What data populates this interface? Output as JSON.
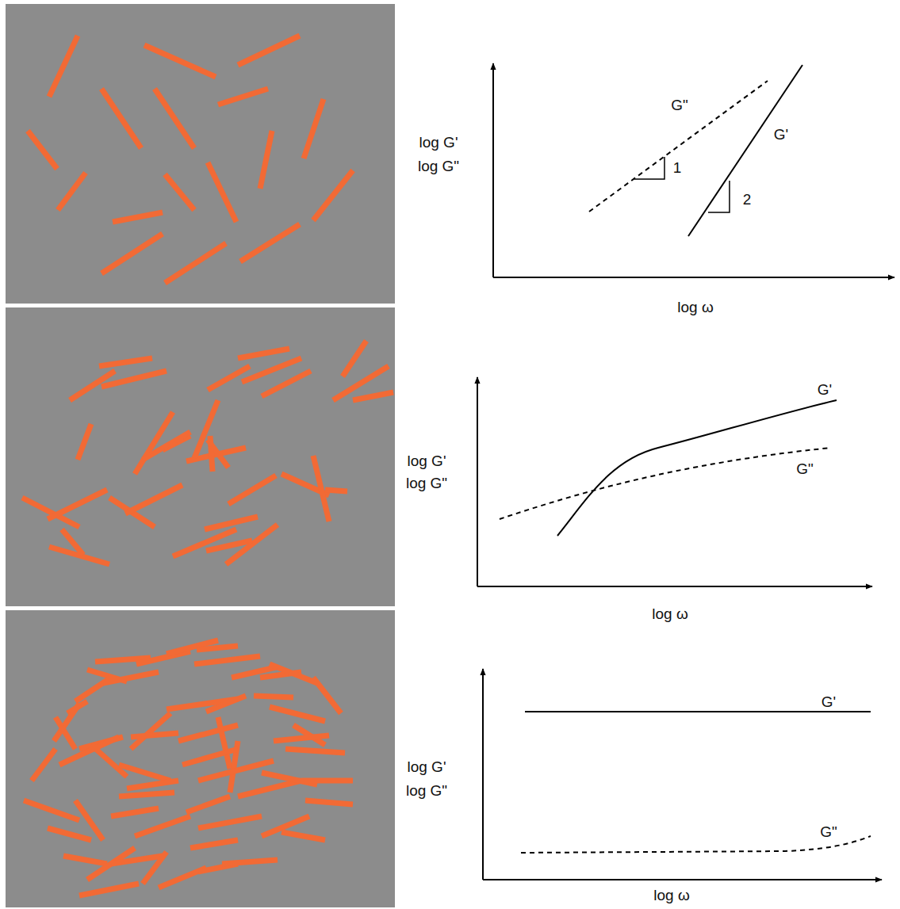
{
  "diagram": {
    "labels": [
      "G\"",
      "G'",
      "log G'",
      "log G\"",
      "1",
      "2",
      "log ω",
      "G'",
      "log G'",
      "log G\"",
      "G\"",
      "log ω",
      "G'",
      "log G'",
      "log G\"",
      "G\"",
      "log ω"
    ]
  }
}
